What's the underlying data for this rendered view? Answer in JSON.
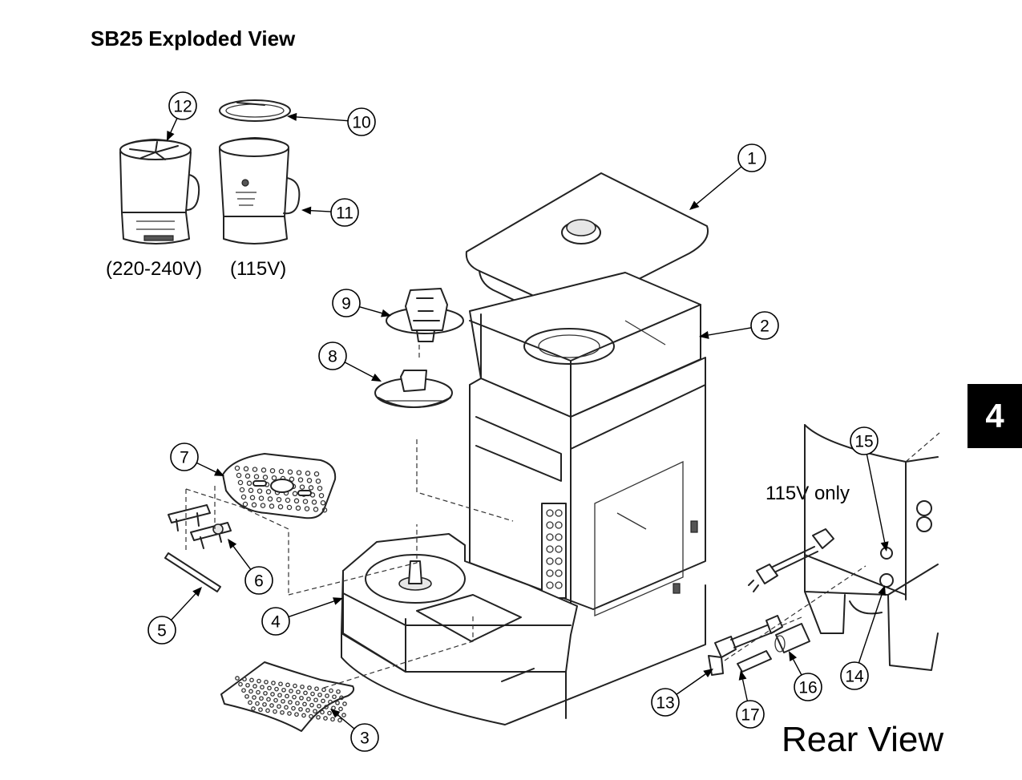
{
  "title": "SB25 Exploded View",
  "section_tab": "4",
  "captions": {
    "voltage_high": "(220-240V)",
    "voltage_low": "(115V)",
    "note_115v": "115V only",
    "rear_view": "Rear View"
  },
  "callouts": [
    "1",
    "2",
    "3",
    "4",
    "5",
    "6",
    "7",
    "8",
    "9",
    "10",
    "11",
    "12",
    "13",
    "14",
    "15",
    "16",
    "17"
  ]
}
